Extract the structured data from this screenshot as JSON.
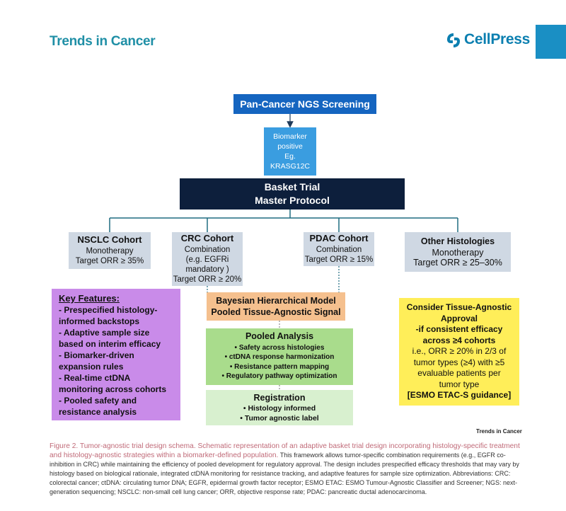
{
  "header": {
    "journal": "Trends in Cancer",
    "publisher": "CellPress",
    "brand_color": "#1f8fa6",
    "publisher_color": "#0b7fb0"
  },
  "diagram": {
    "screening": "Pan-Cancer NGS Screening",
    "biomarker": [
      "Biomarker",
      "positive",
      "Eg.",
      "KRASG12C"
    ],
    "basket": [
      "Basket Trial",
      "Master Protocol"
    ],
    "cohorts": {
      "nsclc": {
        "title": "NSCLC Cohort",
        "lines": [
          "Monotherapy",
          "Target ORR ≥ 35%"
        ]
      },
      "crc": {
        "title": "CRC Cohort",
        "lines": [
          "Combination",
          "(e.g. EGFRi",
          "mandatory )",
          "Target ORR ≥ 20%"
        ]
      },
      "pdac": {
        "title": "PDAC Cohort",
        "lines": [
          "Combination",
          "Target ORR ≥ 15%"
        ]
      },
      "other": {
        "title": "Other Histologies",
        "lines": [
          "Monotherapy",
          "Target ORR ≥ 25–30%"
        ]
      }
    },
    "key_features": {
      "title": "Key Features:",
      "items": [
        "- Prespecified histology-informed backstops",
        "- Adaptive sample size based on interim efficacy",
        "- Biomarker-driven expansion rules",
        "- Real-time ctDNA monitoring across cohorts",
        "- Pooled safety and resistance analysis"
      ]
    },
    "bayesian": [
      "Bayesian Hierarchical Model",
      "Pooled Tissue-Agnostic Signal"
    ],
    "pooled": {
      "title": "Pooled Analysis",
      "items": [
        "• Safety across histologies",
        "• ctDNA response harmonization",
        "• Resistance pattern mapping",
        "• Regulatory pathway optimization"
      ]
    },
    "registration": {
      "title": "Registration",
      "items": [
        "• Histology informed",
        "• Tumor agnostic label"
      ]
    },
    "consider": {
      "bold_lines": [
        "Consider Tissue-Agnostic",
        "Approval",
        "-if consistent efficacy",
        "across ≥4 cohorts"
      ],
      "lines": [
        "i.e., ORR ≥ 20% in 2/3 of",
        "tumor types (≥4) with ≥5",
        "evaluable patients per",
        "tumor type"
      ],
      "guidance": "[ESMO ETAC-S guidance]"
    },
    "credit": "Trends in Cancer"
  },
  "caption": {
    "title": "Figure 2. Tumor-agnostic trial design schema. Schematic representation of an adaptive basket trial design incorporating histology-specific treatment and histology-agnostic strategies within a biomarker-defined population.",
    "body": " This framework allows tumor-specific combination requirements (e.g., EGFR co-inhibition in CRC) while maintaining the efficiency of pooled development for regulatory approval. The design includes prespecified efficacy thresholds that may vary by histology based on biological rationale, integrated ctDNA monitoring for resistance tracking, and adaptive features for sample size optimization. Abbreviations: CRC: colorectal cancer; ctDNA: circulating tumor DNA; EGFR, epidermal growth factor receptor; ESMO ETAC: ESMO Tumour-Agnostic Classifier and Screener; NGS: next-generation sequencing; NSCLC: non-small cell lung cancer; ORR, objective response rate; PDAC: pancreatic ductal adenocarcinoma."
  }
}
